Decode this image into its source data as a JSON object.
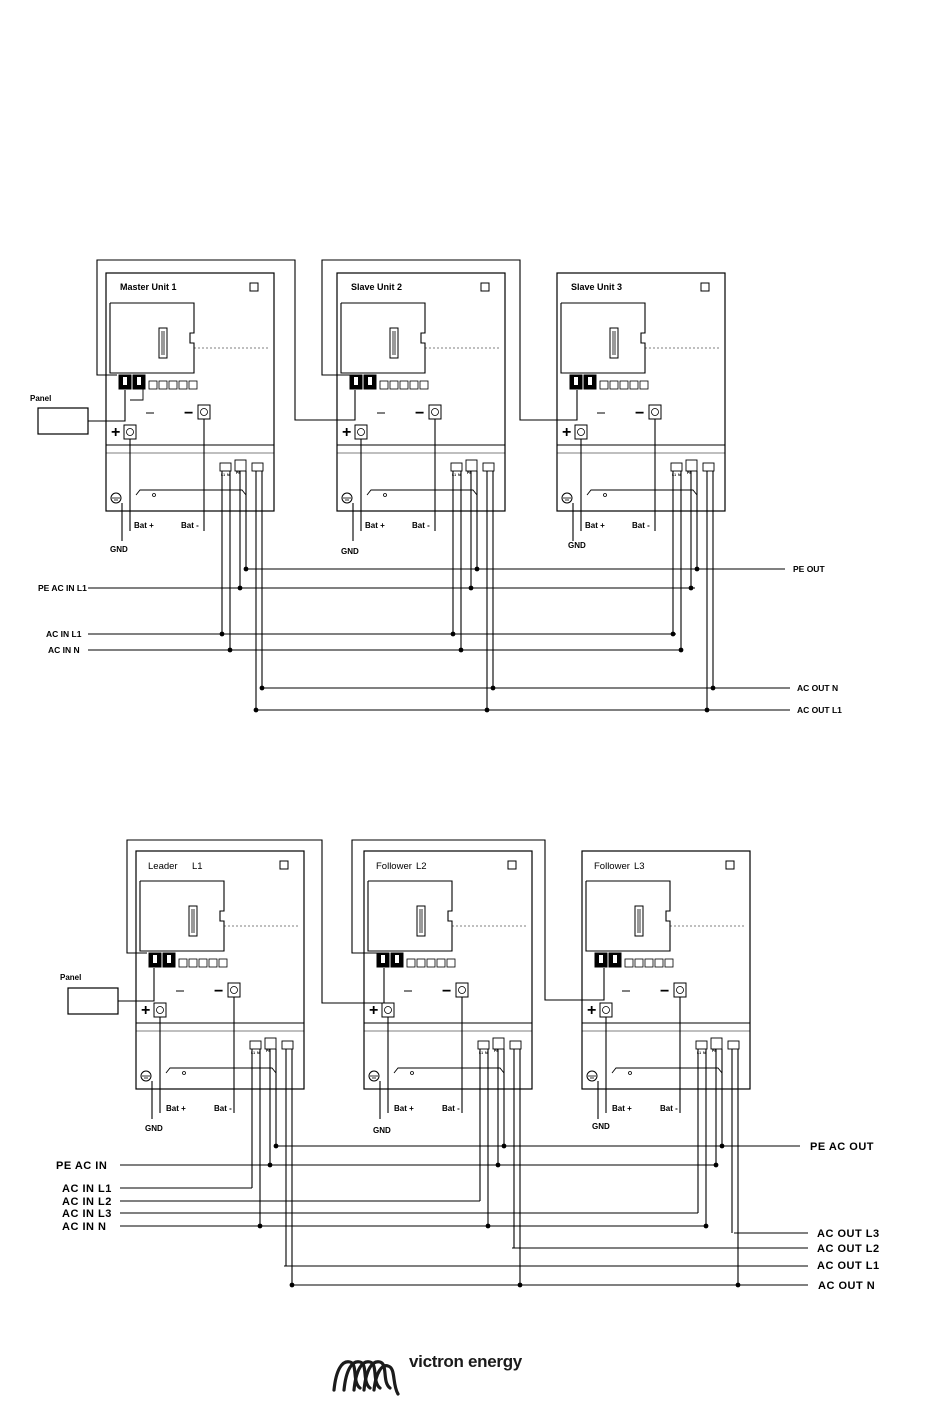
{
  "diagram1": {
    "units": [
      {
        "title": "Master  Unit 1",
        "bat_plus": "Bat +",
        "bat_minus": "Bat -"
      },
      {
        "title": "Slave Unit 2",
        "bat_plus": "Bat +",
        "bat_minus": "Bat -"
      },
      {
        "title": "Slave Unit 3",
        "bat_plus": "Bat +",
        "bat_minus": "Bat -"
      }
    ],
    "panel": "Panel",
    "gnd": "GND",
    "plus": "+",
    "minus": "−",
    "labels": {
      "pe_ac_in": "PE AC IN L1",
      "ac_in_l1": "AC IN L1",
      "ac_in_n": "AC IN N",
      "pe_out": "PE OUT",
      "ac_out_n": "AC OUT  N",
      "ac_out_l1": "AC OUT L1"
    }
  },
  "diagram2": {
    "units": [
      {
        "name": "Leader",
        "phase": "L1",
        "bat_plus": "Bat +",
        "bat_minus": "Bat -"
      },
      {
        "name": "Follower",
        "phase": "L2",
        "bat_plus": "Bat +",
        "bat_minus": "Bat -"
      },
      {
        "name": "Follower",
        "phase": "L3",
        "bat_plus": "Bat +",
        "bat_minus": "Bat -"
      }
    ],
    "panel": "Panel",
    "gnd": "GND",
    "plus": "+",
    "minus": "−",
    "labels": {
      "pe_ac_in": "PE   AC  IN",
      "ac_in_l1": "AC  IN  L1",
      "ac_in_l2": "AC  IN  L2",
      "ac_in_l3": "AC  IN  L3",
      "ac_in_n": "AC  IN  N",
      "pe_ac_out": "PE   AC  OUT",
      "ac_out_l3": "AC  OUT  L3",
      "ac_out_l2": "AC  OUT  L2",
      "ac_out_l1": "AC  OUT  L1",
      "ac_out_n": "AC  OUT  N"
    }
  },
  "terminal_labels": {
    "l1": "L1",
    "n": "N",
    "pe": "PE"
  },
  "logo": {
    "text": "victron energy"
  }
}
